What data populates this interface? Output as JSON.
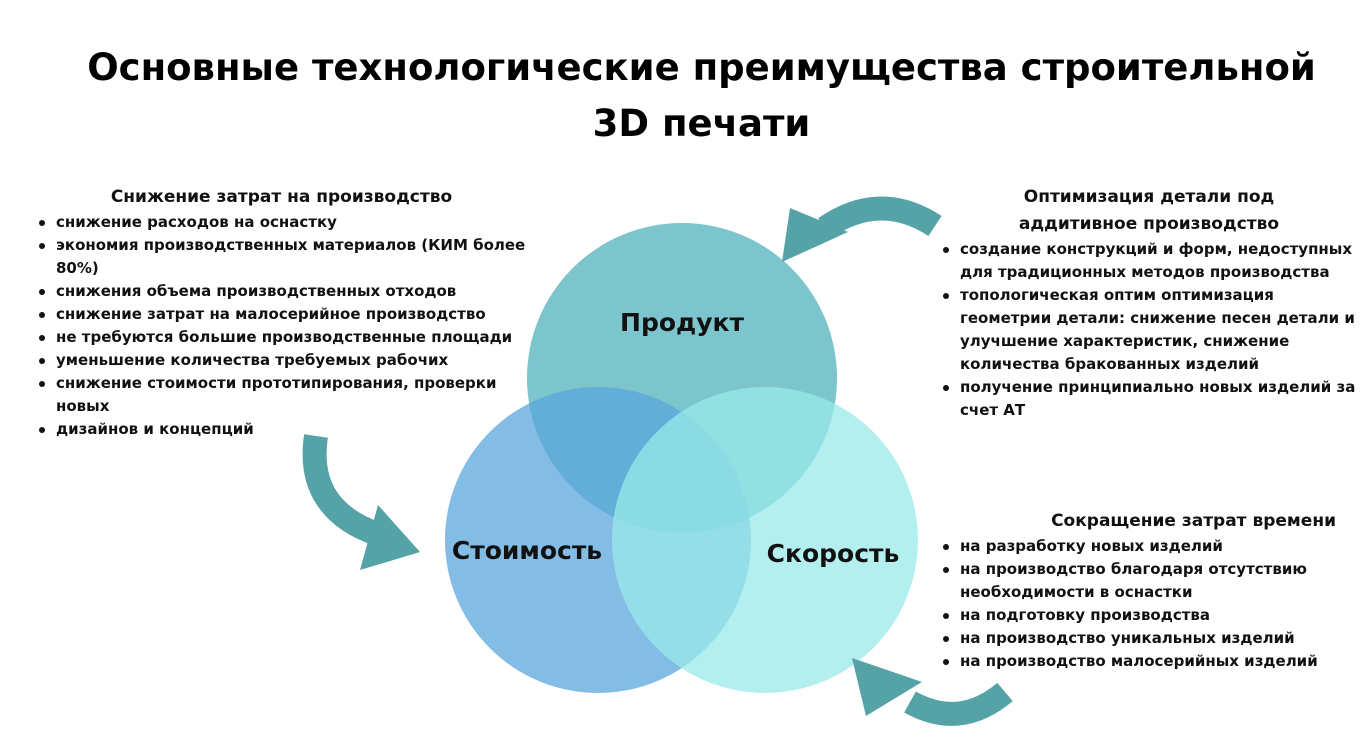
{
  "title": {
    "line1": "Основные технологические преимущества строительной",
    "line2": "3D печати"
  },
  "venn": {
    "circles": [
      {
        "label": "Продукт",
        "color": "#5bb7bf"
      },
      {
        "label": "Стоимость",
        "color": "#5aa5dc"
      },
      {
        "label": "Скорость",
        "color": "#9aeaea"
      }
    ],
    "arrow_color": "#55a3a6"
  },
  "blocks": {
    "cost": {
      "heading": "Снижение затрат на производство",
      "items": [
        "снижение расходов на оснастку",
        "экономия производственных материалов (КИМ более 80%)",
        "снижения объема производственных отходов",
        "снижение затрат на малосерийное производство",
        "не требуются большие производственные площади",
        "уменьшение количества требуемых рабочих",
        "снижение стоимости прототипирования, проверки новых",
        "дизайнов и концепций"
      ]
    },
    "optimization": {
      "heading_line1": "Оптимизация детали под",
      "heading_line2": "аддитивное производство",
      "items": [
        "создание конструкций и форм, недоступных для традиционных методов производства",
        "топологическая оптим оптимизация геометрии детали: снижение песен детали и улучшение характеристик, снижение количества бракованных изделий",
        "получение принципиально новых изделий за счет АТ"
      ]
    },
    "time": {
      "heading": "Сокращение затрат времени",
      "items": [
        "на разработку новых изделий",
        "на производство благодаря отсутствию необходимости в оснастки",
        "на подготовку производства",
        "на производство уникальных изделий",
        "на производство малосерийных изделий"
      ]
    }
  }
}
